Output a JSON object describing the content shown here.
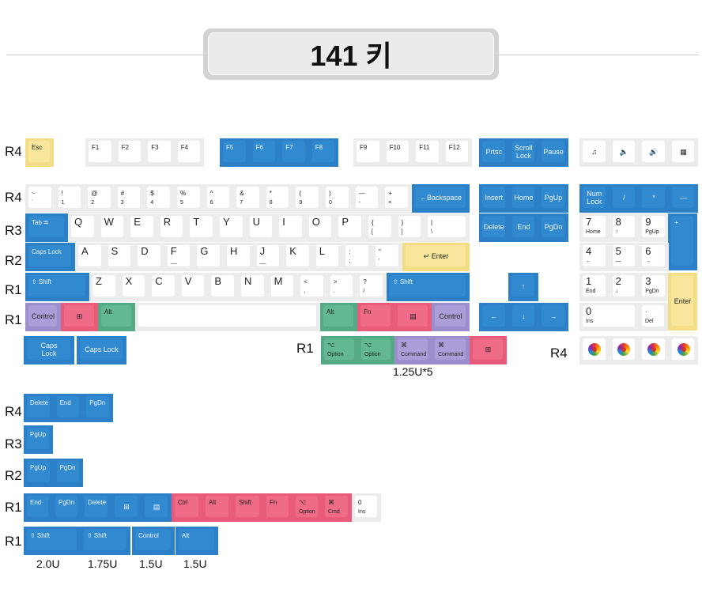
{
  "title": "141 키",
  "colors": {
    "blue": "#3189d0",
    "yellow": "#f8e69c",
    "green": "#62b892",
    "pink": "#ef6b88",
    "purple": "#ab9ed8",
    "white": "#ffffff"
  },
  "row_labels": [
    "R4",
    "R4",
    "R3",
    "R2",
    "R1",
    "R1",
    "R1",
    "R4",
    "R4",
    "R3",
    "R2",
    "R1",
    "R1"
  ],
  "notes": {
    "mod_row": "1.25U*5",
    "shift_sizes": [
      "2.0U",
      "1.75U",
      "1.5U",
      "1.5U"
    ]
  },
  "keys": [
    {
      "l": "Esc",
      "c": "yellow"
    },
    {
      "l": "F1",
      "c": "white"
    },
    {
      "l": "F2",
      "c": "white"
    },
    {
      "l": "F3",
      "c": "white"
    },
    {
      "l": "F4",
      "c": "white"
    },
    {
      "l": "F5",
      "c": "blue"
    },
    {
      "l": "F6",
      "c": "blue"
    },
    {
      "l": "F7",
      "c": "blue"
    },
    {
      "l": "F8",
      "c": "blue"
    },
    {
      "l": "F9",
      "c": "white"
    },
    {
      "l": "F10",
      "c": "white"
    },
    {
      "l": "F11",
      "c": "white"
    },
    {
      "l": "F12",
      "c": "white"
    },
    {
      "l": "Prtsc",
      "c": "blue",
      "center": true
    },
    {
      "l": "Scroll\nLock",
      "c": "blue",
      "center": true
    },
    {
      "l": "Pause",
      "c": "blue",
      "center": true
    },
    {
      "l": "♫",
      "c": "white",
      "center": true,
      "icon": "music-icon"
    },
    {
      "l": "🔈",
      "c": "white",
      "center": true,
      "icon": "volume-down-icon"
    },
    {
      "l": "🔊",
      "c": "white",
      "center": true,
      "icon": "volume-up-icon"
    },
    {
      "l": "▦",
      "c": "white",
      "center": true,
      "icon": "calculator-icon"
    },
    {
      "l": "~",
      "s": "`",
      "c": "white"
    },
    {
      "l": "!",
      "s": "1",
      "c": "white"
    },
    {
      "l": "@",
      "s": "2",
      "c": "white"
    },
    {
      "l": "#",
      "s": "3",
      "c": "white"
    },
    {
      "l": "$",
      "s": "4",
      "c": "white"
    },
    {
      "l": "%",
      "s": "5",
      "c": "white"
    },
    {
      "l": "^",
      "s": "6",
      "c": "white"
    },
    {
      "l": "&",
      "s": "7",
      "c": "white"
    },
    {
      "l": "*",
      "s": "8",
      "c": "white"
    },
    {
      "l": "(",
      "s": "9",
      "c": "white"
    },
    {
      "l": ")",
      "s": "0",
      "c": "white"
    },
    {
      "l": "—",
      "s": "-",
      "c": "white"
    },
    {
      "l": "+",
      "s": "=",
      "c": "white"
    },
    {
      "l": "←Backspace",
      "c": "blue",
      "center": true
    },
    {
      "l": "Insert",
      "c": "blue",
      "center": true
    },
    {
      "l": "Home",
      "c": "blue",
      "center": true
    },
    {
      "l": "PgUp",
      "c": "blue",
      "center": true
    },
    {
      "l": "Num\nLock",
      "c": "blue",
      "center": true
    },
    {
      "l": "/",
      "c": "blue",
      "center": true
    },
    {
      "l": "*",
      "c": "blue",
      "center": true
    },
    {
      "l": "—",
      "c": "blue",
      "center": true
    },
    {
      "l": "Tab ⭾",
      "c": "blue"
    },
    {
      "l": "Q",
      "c": "white",
      "big": true
    },
    {
      "l": "W",
      "c": "white",
      "big": true
    },
    {
      "l": "E",
      "c": "white",
      "big": true
    },
    {
      "l": "R",
      "c": "white",
      "big": true
    },
    {
      "l": "T",
      "c": "white",
      "big": true
    },
    {
      "l": "Y",
      "c": "white",
      "big": true
    },
    {
      "l": "U",
      "c": "white",
      "big": true
    },
    {
      "l": "I",
      "c": "white",
      "big": true
    },
    {
      "l": "O",
      "c": "white",
      "big": true
    },
    {
      "l": "P",
      "c": "white",
      "big": true
    },
    {
      "l": "{",
      "s": "[",
      "c": "white"
    },
    {
      "l": "}",
      "s": "]",
      "c": "white"
    },
    {
      "l": "|",
      "s": "\\",
      "c": "white"
    },
    {
      "l": "Delete",
      "c": "blue",
      "center": true
    },
    {
      "l": "End",
      "c": "blue",
      "center": true
    },
    {
      "l": "PgDn",
      "c": "blue",
      "center": true
    },
    {
      "l": "7",
      "s": "Home",
      "c": "white",
      "big": true
    },
    {
      "l": "8",
      "s": "↑",
      "c": "white",
      "big": true
    },
    {
      "l": "9",
      "s": "PgUp",
      "c": "white",
      "big": true
    },
    {
      "l": "+",
      "c": "blue"
    },
    {
      "l": "Caps Lock",
      "c": "blue"
    },
    {
      "l": "A",
      "c": "white",
      "big": true
    },
    {
      "l": "S",
      "c": "white",
      "big": true
    },
    {
      "l": "D",
      "c": "white",
      "big": true
    },
    {
      "l": "F",
      "s": "__",
      "c": "white",
      "big": true
    },
    {
      "l": "G",
      "c": "white",
      "big": true
    },
    {
      "l": "H",
      "c": "white",
      "big": true
    },
    {
      "l": "J",
      "s": "__",
      "c": "white",
      "big": true
    },
    {
      "l": "K",
      "c": "white",
      "big": true
    },
    {
      "l": "L",
      "c": "white",
      "big": true
    },
    {
      "l": ":",
      "s": ";",
      "c": "white"
    },
    {
      "l": "\"",
      "s": "'",
      "c": "white"
    },
    {
      "l": "↵ Enter",
      "c": "yellow",
      "center": true
    },
    {
      "l": "4",
      "s": "←",
      "c": "white",
      "big": true
    },
    {
      "l": "5",
      "s": "—",
      "c": "white",
      "big": true
    },
    {
      "l": "6",
      "s": "→",
      "c": "white",
      "big": true
    },
    {
      "l": "⇧ Shift",
      "c": "blue"
    },
    {
      "l": "Z",
      "c": "white",
      "big": true
    },
    {
      "l": "X",
      "c": "white",
      "big": true
    },
    {
      "l": "C",
      "c": "white",
      "big": true
    },
    {
      "l": "V",
      "c": "white",
      "big": true
    },
    {
      "l": "B",
      "c": "white",
      "big": true
    },
    {
      "l": "N",
      "c": "white",
      "big": true
    },
    {
      "l": "M",
      "c": "white",
      "big": true
    },
    {
      "l": "<",
      "s": ",",
      "c": "white"
    },
    {
      "l": ">",
      "s": ".",
      "c": "white"
    },
    {
      "l": "?",
      "s": "/",
      "c": "white"
    },
    {
      "l": "⇧ Shift",
      "c": "blue"
    },
    {
      "l": "↑",
      "c": "blue",
      "center": true
    },
    {
      "l": "1",
      "s": "End",
      "c": "white",
      "big": true
    },
    {
      "l": "2",
      "s": "↓",
      "c": "white",
      "big": true
    },
    {
      "l": "3",
      "s": "PgDn",
      "c": "white",
      "big": true
    },
    {
      "l": "Enter",
      "c": "yellow",
      "center": true
    },
    {
      "l": "Control",
      "c": "purple",
      "center": true
    },
    {
      "l": "⊞",
      "c": "pink",
      "center": true,
      "icon": "windows-icon"
    },
    {
      "l": "Alt",
      "c": "green"
    },
    {
      "l": "",
      "c": "white"
    },
    {
      "l": "Alt",
      "c": "green"
    },
    {
      "l": "Fn",
      "c": "pink"
    },
    {
      "l": "▤",
      "c": "pink",
      "center": true,
      "icon": "menu-icon"
    },
    {
      "l": "Control",
      "c": "purple",
      "center": true
    },
    {
      "l": "←",
      "c": "blue",
      "center": true
    },
    {
      "l": "↓",
      "c": "blue",
      "center": true
    },
    {
      "l": "→",
      "c": "blue",
      "center": true
    },
    {
      "l": "0",
      "s": "Ins",
      "c": "white",
      "big": true
    },
    {
      "l": "·",
      "s": "Del",
      "c": "white"
    },
    {
      "l": "Caps\nLock",
      "c": "blue",
      "center": true
    },
    {
      "l": "Caps Lock",
      "c": "blue",
      "center": true
    },
    {
      "l": "⌥",
      "s": "Option",
      "c": "green"
    },
    {
      "l": "⌥",
      "s": "Option",
      "c": "green"
    },
    {
      "l": "⌘",
      "s": "Command",
      "c": "purple"
    },
    {
      "l": "⌘",
      "s": "Command",
      "c": "purple"
    },
    {
      "l": "⊞",
      "c": "pink",
      "center": true,
      "icon": "windows-icon"
    },
    {
      "l": "",
      "c": "white",
      "icon": "flower-icon"
    },
    {
      "l": "",
      "c": "white",
      "icon": "flower-icon"
    },
    {
      "l": "",
      "c": "white",
      "icon": "flower-icon"
    },
    {
      "l": "",
      "c": "white",
      "icon": "flower-icon"
    },
    {
      "l": "Delete",
      "c": "blue"
    },
    {
      "l": "End",
      "c": "blue"
    },
    {
      "l": "PgDn",
      "c": "blue"
    },
    {
      "l": "PgUp",
      "c": "blue"
    },
    {
      "l": "PgUp",
      "c": "blue"
    },
    {
      "l": "PgDn",
      "c": "blue"
    },
    {
      "l": "End",
      "c": "blue"
    },
    {
      "l": "PgDn",
      "c": "blue"
    },
    {
      "l": "Delete",
      "c": "blue"
    },
    {
      "l": "⊞",
      "c": "blue",
      "center": true,
      "icon": "windows-icon"
    },
    {
      "l": "▤",
      "c": "blue",
      "center": true,
      "icon": "menu-icon"
    },
    {
      "l": "Ctrl",
      "c": "pink"
    },
    {
      "l": "Alt",
      "c": "pink"
    },
    {
      "l": "Shift",
      "c": "pink"
    },
    {
      "l": "Fn",
      "c": "pink"
    },
    {
      "l": "⌥",
      "s": "Option",
      "c": "pink"
    },
    {
      "l": "⌘",
      "s": "Cmd",
      "c": "pink"
    },
    {
      "l": "0",
      "s": "Ins",
      "c": "white"
    },
    {
      "l": "⇧ Shift",
      "c": "blue"
    },
    {
      "l": "⇧ Shift",
      "c": "blue"
    },
    {
      "l": "Control",
      "c": "blue"
    },
    {
      "l": "Alt",
      "c": "blue"
    }
  ]
}
